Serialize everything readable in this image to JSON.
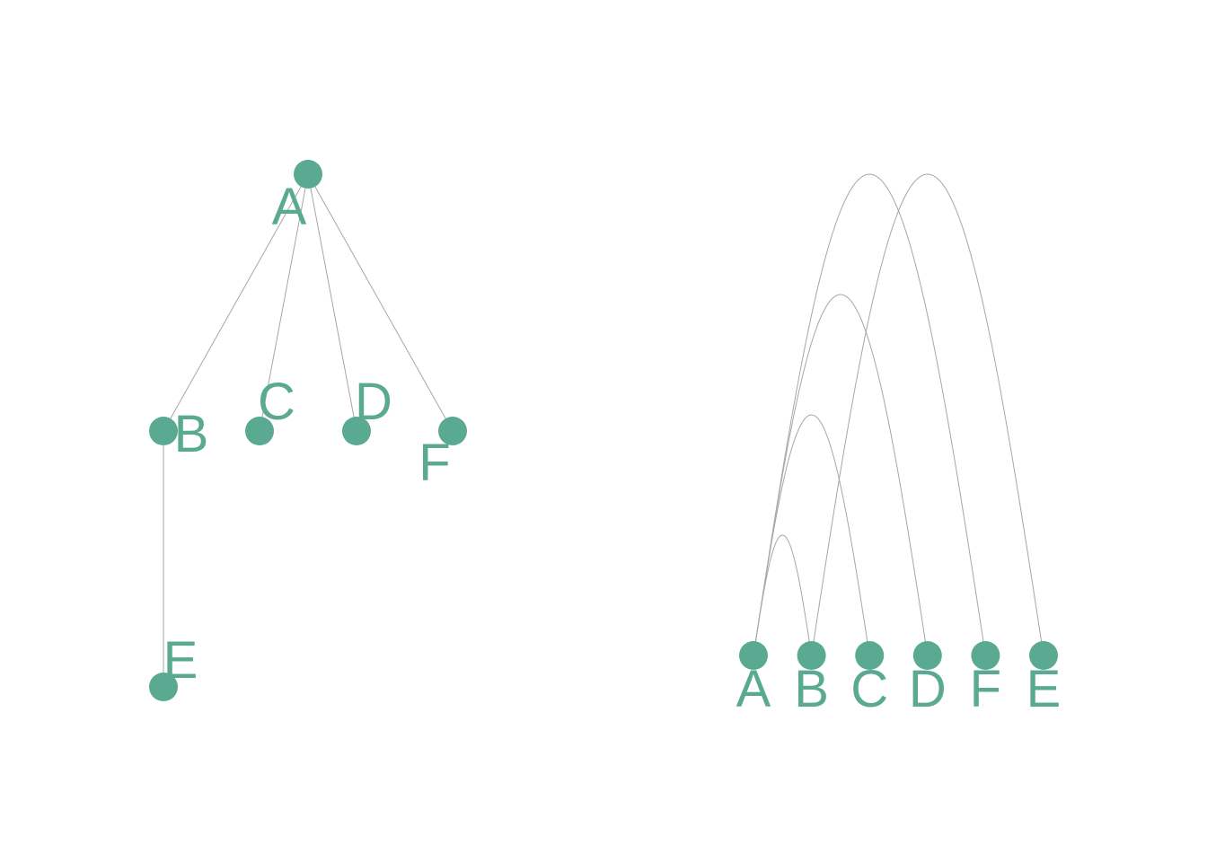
{
  "node_color": "#5aaa92",
  "edge_color": "#a6a6a6",
  "nodes": [
    {
      "id": "A",
      "label": "A"
    },
    {
      "id": "B",
      "label": "B"
    },
    {
      "id": "C",
      "label": "C"
    },
    {
      "id": "D",
      "label": "D"
    },
    {
      "id": "F",
      "label": "F"
    },
    {
      "id": "E",
      "label": "E"
    }
  ],
  "edges": [
    {
      "from": "A",
      "to": "B"
    },
    {
      "from": "A",
      "to": "C"
    },
    {
      "from": "A",
      "to": "D"
    },
    {
      "from": "A",
      "to": "F"
    },
    {
      "from": "B",
      "to": "E"
    }
  ],
  "panels": {
    "tree": {
      "layout": "tree",
      "root": "A"
    },
    "arc": {
      "layout": "arc",
      "order": [
        "A",
        "B",
        "C",
        "D",
        "F",
        "E"
      ]
    }
  }
}
